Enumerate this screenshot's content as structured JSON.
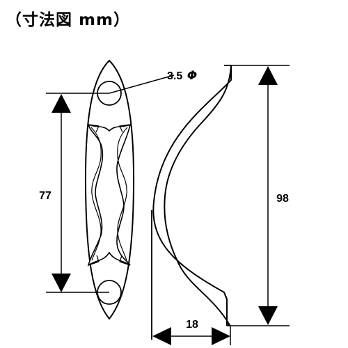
{
  "title": "（寸法図 mm）",
  "dimensions": {
    "hole_diameter": {
      "value": "3.5",
      "symbol": "Φ"
    },
    "hole_spacing": "77",
    "overall_length": "98",
    "projection_depth": "18"
  }
}
